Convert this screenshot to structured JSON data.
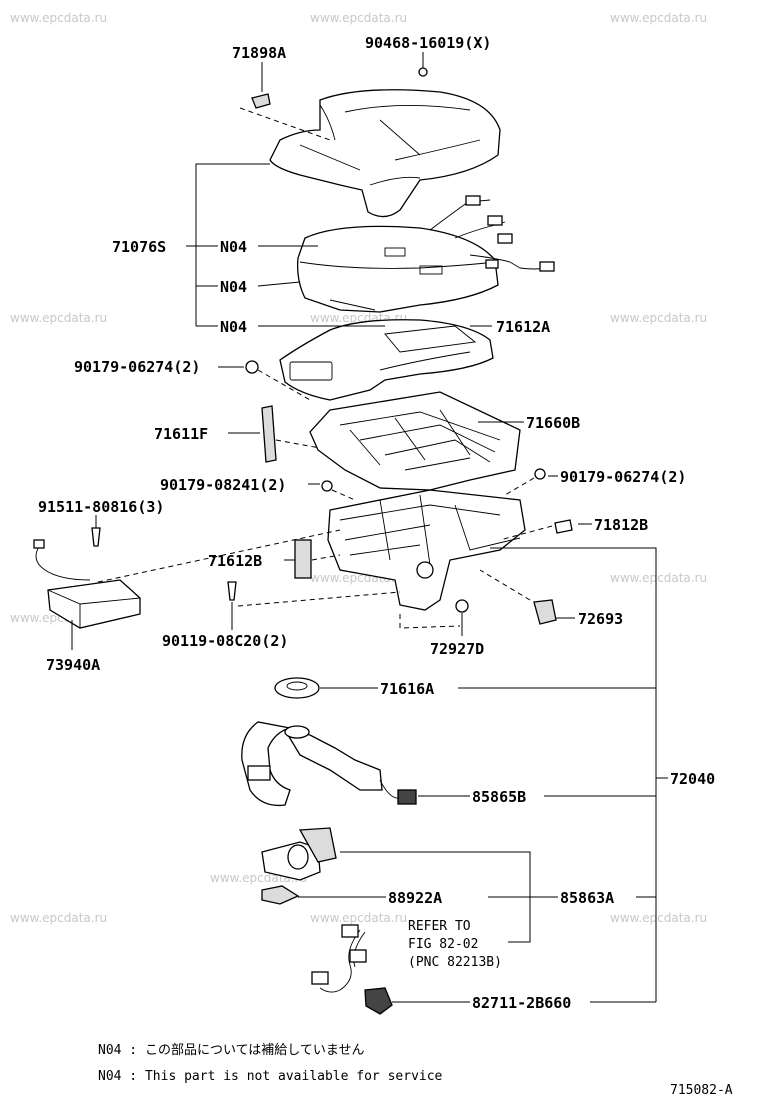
{
  "watermark": "www.epcdata.ru",
  "diagram_id": "715082-A",
  "labels": {
    "p71898A": "71898A",
    "p90468": "90468-16019(X)",
    "p71076S": "71076S",
    "n04a": "N04",
    "n04b": "N04",
    "n04c": "N04",
    "p71612A": "71612A",
    "p90179_06274_l": "90179-06274(2)",
    "p71611F": "71611F",
    "p71660B": "71660B",
    "p90179_08241": "90179-08241(2)",
    "p90179_06274_r": "90179-06274(2)",
    "p91511": "91511-80816(3)",
    "p71812B": "71812B",
    "p71612B": "71612B",
    "p90119": "90119-08C20(2)",
    "p72693": "72693",
    "p73940A": "73940A",
    "p72927D": "72927D",
    "p71616A": "71616A",
    "p72040": "72040",
    "p85865B": "85865B",
    "p88922A": "88922A",
    "p85863A": "85863A",
    "refer1": "REFER TO",
    "refer2": "FIG 82-02",
    "refer3": "(PNC 82213B)",
    "p82711": "82711-2B660"
  },
  "notes": {
    "jp": "N04 : この部品については補給していません",
    "en": "N04 : This part is not available for service"
  }
}
